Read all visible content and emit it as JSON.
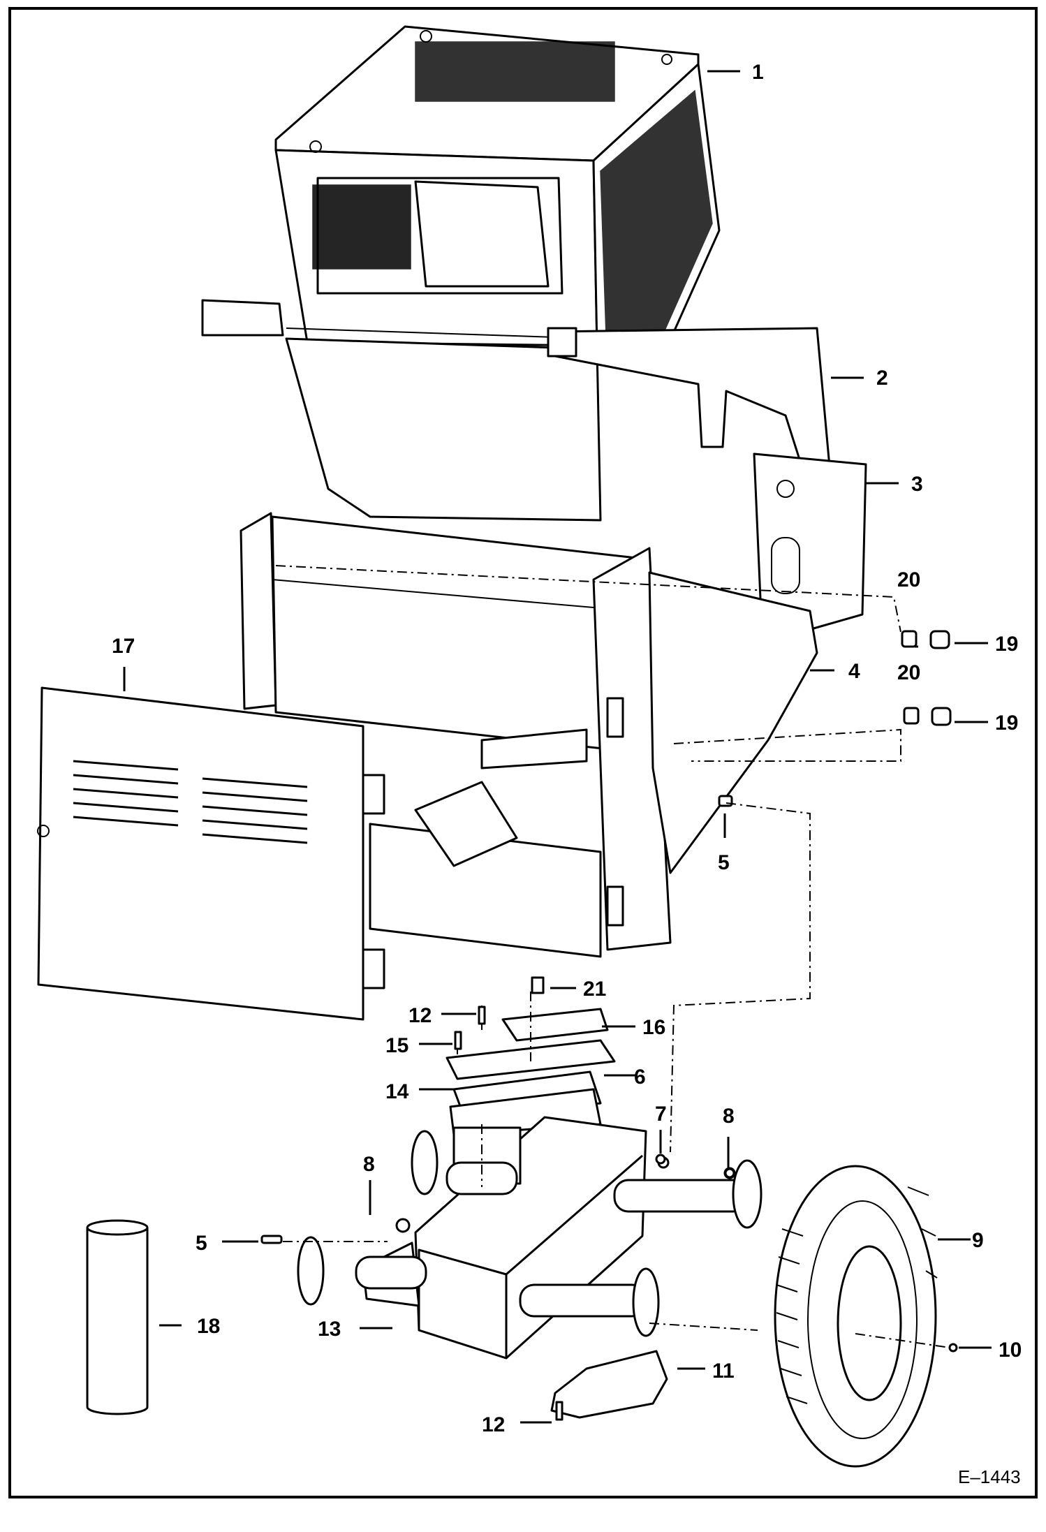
{
  "drawing": {
    "id": "E–1443"
  },
  "callouts": [
    {
      "key": "c1",
      "label": "1"
    },
    {
      "key": "c2",
      "label": "2"
    },
    {
      "key": "c3",
      "label": "3"
    },
    {
      "key": "c4",
      "label": "4"
    },
    {
      "key": "c5a",
      "label": "5"
    },
    {
      "key": "c5b",
      "label": "5"
    },
    {
      "key": "c6",
      "label": "6"
    },
    {
      "key": "c7",
      "label": "7"
    },
    {
      "key": "c8a",
      "label": "8"
    },
    {
      "key": "c8b",
      "label": "8"
    },
    {
      "key": "c9",
      "label": "9"
    },
    {
      "key": "c10",
      "label": "10"
    },
    {
      "key": "c11",
      "label": "11"
    },
    {
      "key": "c12a",
      "label": "12"
    },
    {
      "key": "c12b",
      "label": "12"
    },
    {
      "key": "c13",
      "label": "13"
    },
    {
      "key": "c14",
      "label": "14"
    },
    {
      "key": "c15",
      "label": "15"
    },
    {
      "key": "c16",
      "label": "16"
    },
    {
      "key": "c17",
      "label": "17"
    },
    {
      "key": "c18",
      "label": "18"
    },
    {
      "key": "c19a",
      "label": "19"
    },
    {
      "key": "c19b",
      "label": "19"
    },
    {
      "key": "c20a",
      "label": "20"
    },
    {
      "key": "c20b",
      "label": "20"
    },
    {
      "key": "c21",
      "label": "21"
    }
  ]
}
